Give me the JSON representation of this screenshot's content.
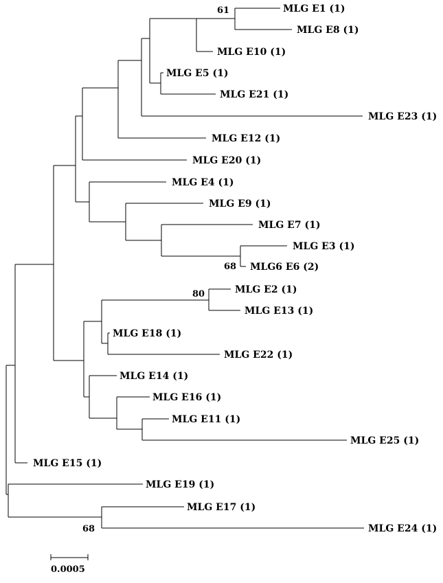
{
  "tree": {
    "leaves": [
      {
        "id": "E1",
        "label": "MLG E1 (1)"
      },
      {
        "id": "E8",
        "label": "MLG E8 (1)"
      },
      {
        "id": "E10",
        "label": "MLG E10 (1)"
      },
      {
        "id": "E5",
        "label": "MLG E5 (1)"
      },
      {
        "id": "E21",
        "label": "MLG E21 (1)"
      },
      {
        "id": "E23",
        "label": "MLG E23 (1)"
      },
      {
        "id": "E12",
        "label": "MLG E12 (1)"
      },
      {
        "id": "E20",
        "label": "MLG E20 (1)"
      },
      {
        "id": "E4",
        "label": "MLG E4 (1)"
      },
      {
        "id": "E9",
        "label": "MLG E9 (1)"
      },
      {
        "id": "E7",
        "label": "MLG E7 (1)"
      },
      {
        "id": "E3",
        "label": "MLG E3 (1)"
      },
      {
        "id": "E6",
        "label": "MLG6 E6 (2)"
      },
      {
        "id": "E2",
        "label": "MLG E2 (1)"
      },
      {
        "id": "E13",
        "label": "MLG E13 (1)"
      },
      {
        "id": "E18",
        "label": "MLG E18 (1)"
      },
      {
        "id": "E22",
        "label": "MLG E22 (1)"
      },
      {
        "id": "E14",
        "label": "MLG E14 (1)"
      },
      {
        "id": "E16",
        "label": "MLG E16 (1)"
      },
      {
        "id": "E11",
        "label": "MLG E11 (1)"
      },
      {
        "id": "E25",
        "label": "MLG E25 (1)"
      },
      {
        "id": "E15",
        "label": "MLG E15 (1)"
      },
      {
        "id": "E19",
        "label": "MLG E19 (1)"
      },
      {
        "id": "E17",
        "label": "MLG E17 (1)"
      },
      {
        "id": "E24",
        "label": "MLG E24 (1)"
      }
    ],
    "support_values": [
      {
        "node": "E1-E8",
        "value": "61"
      },
      {
        "node": "E3-E6",
        "value": "68"
      },
      {
        "node": "E2-E13",
        "value": "80"
      },
      {
        "node": "E17-E24",
        "value": "68"
      }
    ]
  },
  "scale_bar": {
    "label": "0.0005"
  }
}
